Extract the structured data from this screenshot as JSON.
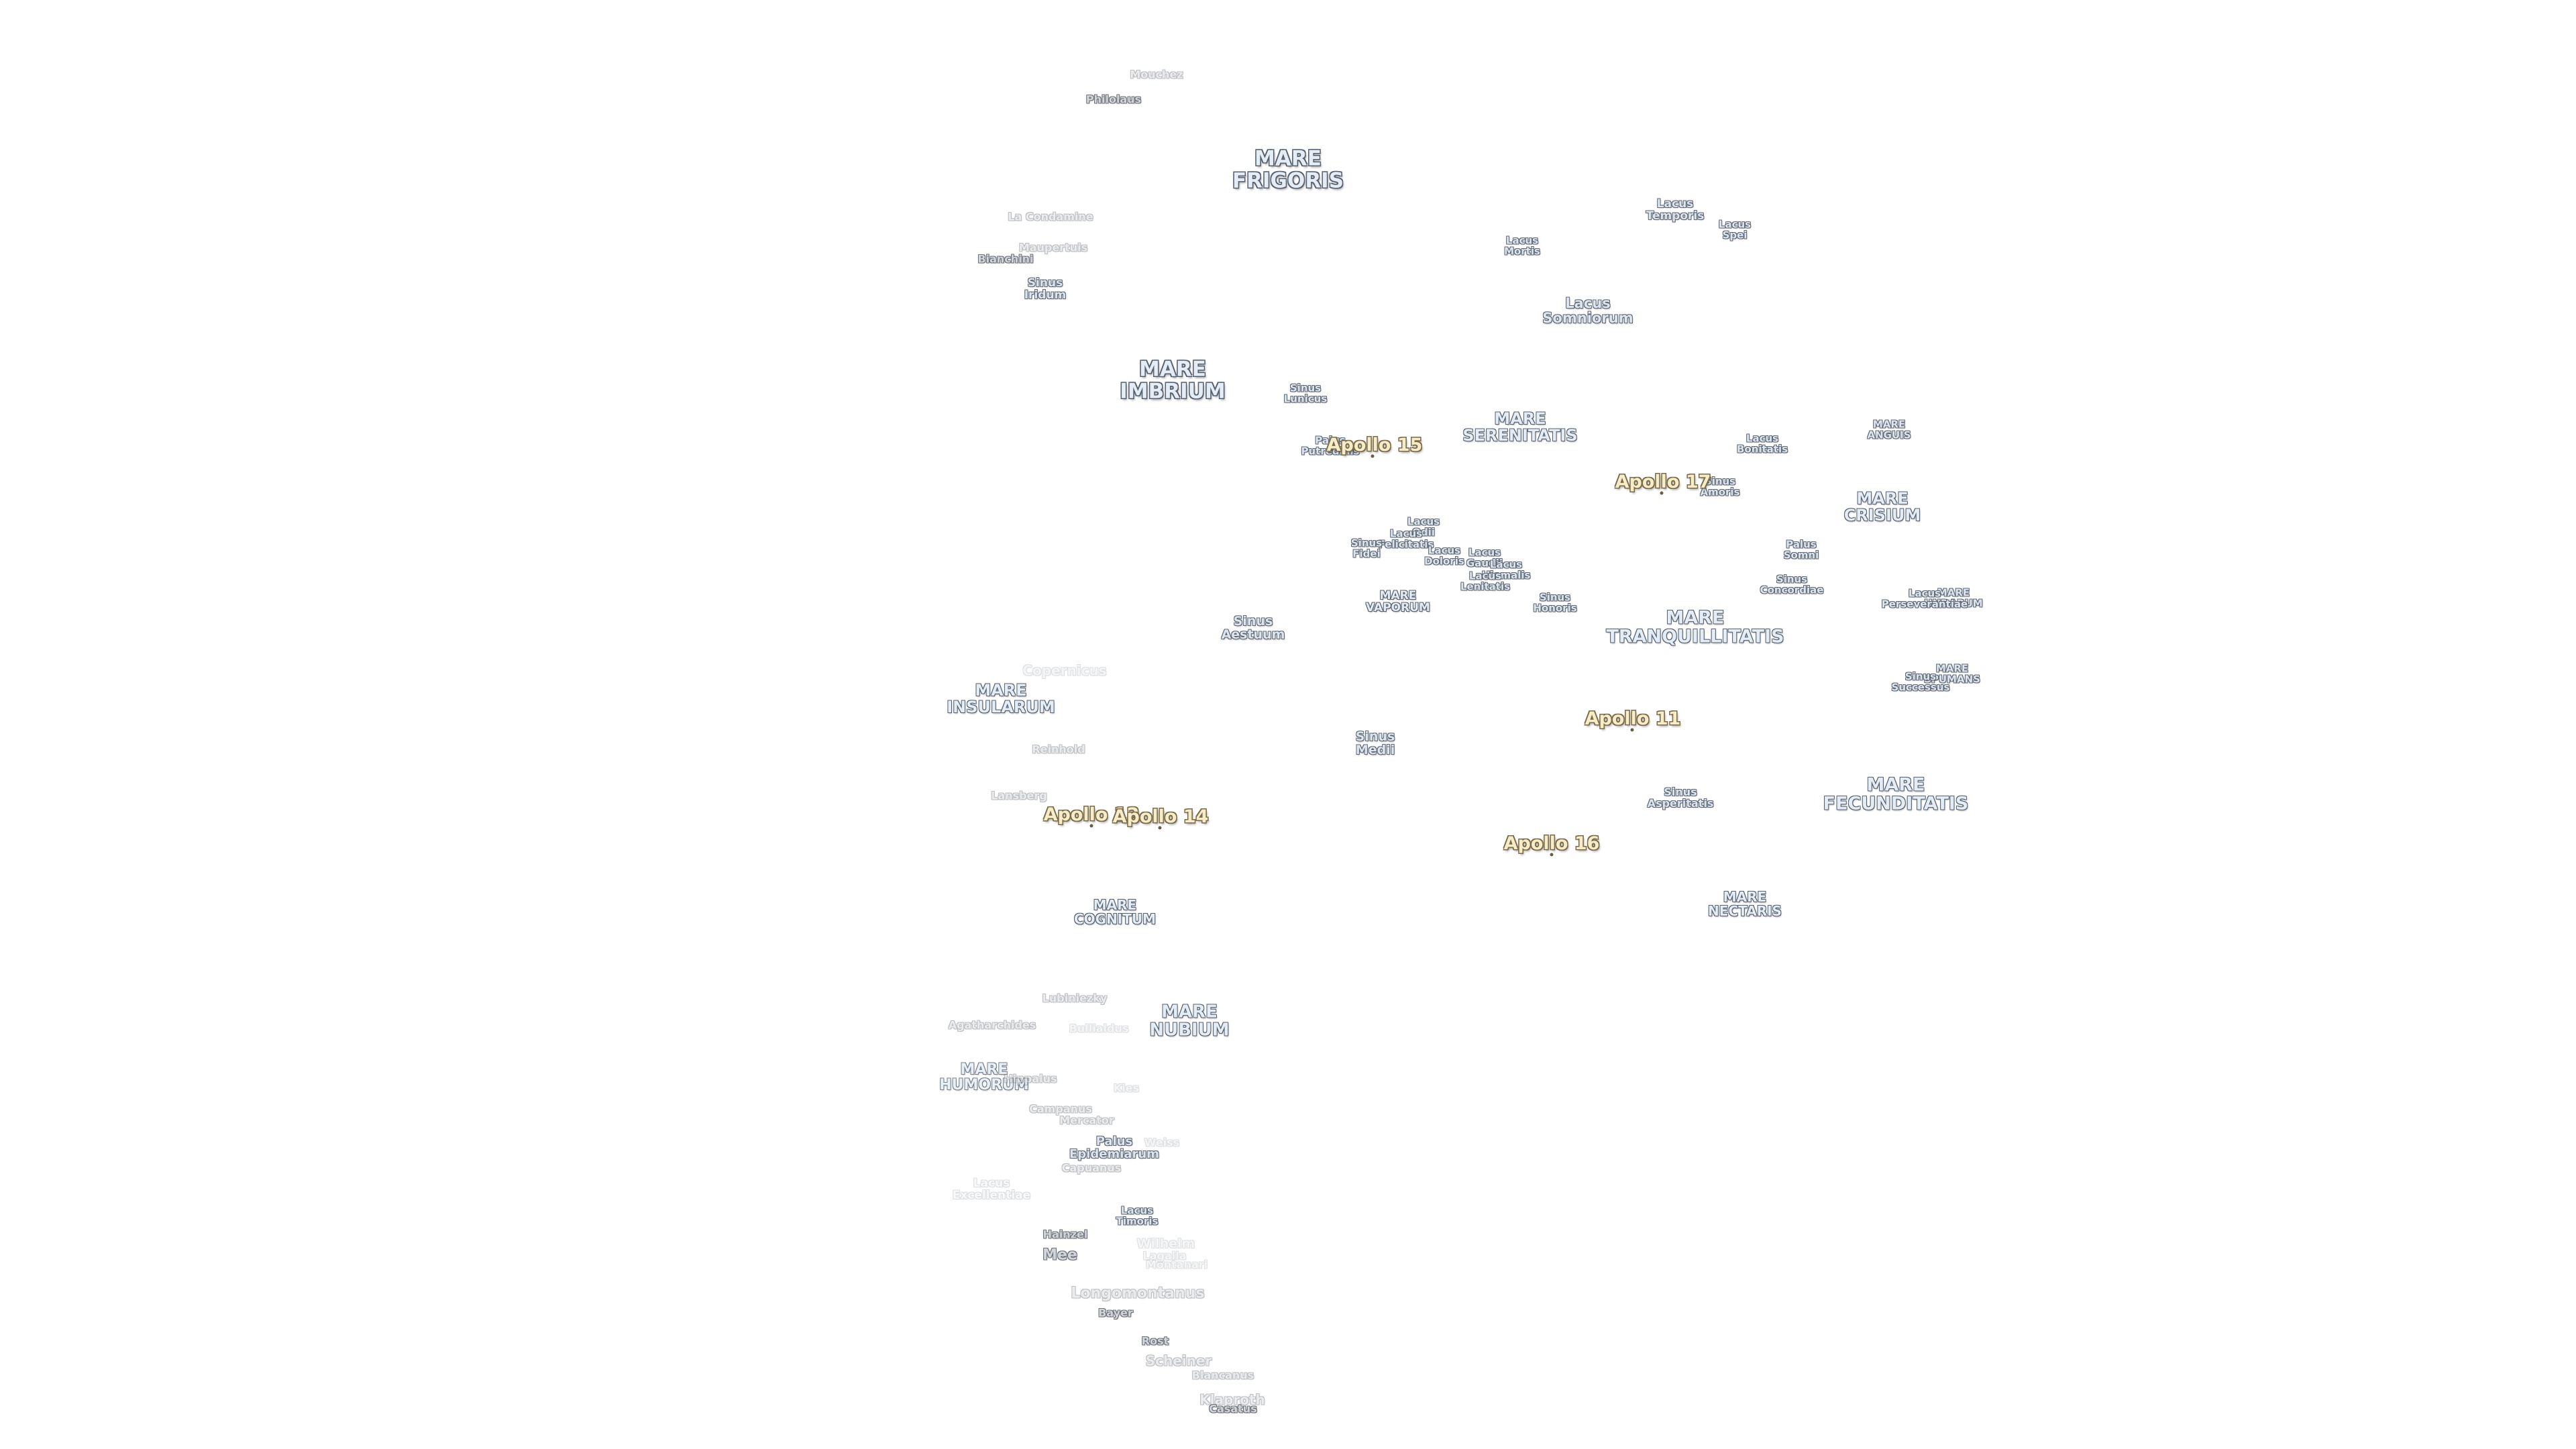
{
  "map": {
    "maria": [
      {
        "id": "mare-frigoris",
        "label": "MARE\nFRIGORIS"
      },
      {
        "id": "mare-imbrium",
        "label": "MARE\nIMBRIUM"
      },
      {
        "id": "mare-serenitatis",
        "label": "MARE\nSERENITATIS"
      },
      {
        "id": "mare-crisium",
        "label": "MARE\nCRISIUM"
      },
      {
        "id": "mare-tranquillitatis",
        "label": "MARE\nTRANQUILLITATIS"
      },
      {
        "id": "mare-vaporum",
        "label": "MARE\nVAPORUM"
      },
      {
        "id": "mare-insularum",
        "label": "MARE\nINSULARUM"
      },
      {
        "id": "mare-fecunditatis",
        "label": "MARE\nFECUNDITATIS"
      },
      {
        "id": "mare-nectaris",
        "label": "MARE\nNECTARIS"
      },
      {
        "id": "mare-cognitum",
        "label": "MARE\nCOGNITUM"
      },
      {
        "id": "mare-nubium",
        "label": "MARE\nNUBIUM"
      },
      {
        "id": "mare-humorum",
        "label": "MARE\nHUMORUM"
      },
      {
        "id": "mare-anguis",
        "label": "MARE\nANGUIS"
      },
      {
        "id": "mare-undarum",
        "label": "MARE\nUNDARUM"
      },
      {
        "id": "mare-spumans",
        "label": "MARE\nSPUMANS"
      }
    ],
    "lakes": [
      {
        "id": "lacus-temporis",
        "label": "Lacus\nTemporis"
      },
      {
        "id": "lacus-spei",
        "label": "Lacus\nSpei"
      },
      {
        "id": "lacus-mortis",
        "label": "Lacus\nMortis"
      },
      {
        "id": "lacus-somniorum",
        "label": "Lacus\nSomniorum"
      },
      {
        "id": "sinus-iridum",
        "label": "Sinus\nIridum"
      },
      {
        "id": "sinus-lunicus",
        "label": "Sinus\nLunicus"
      },
      {
        "id": "palus-putredinis",
        "label": "Palus\nPutredinis"
      },
      {
        "id": "lacus-bonitatis",
        "label": "Lacus\nBonitatis"
      },
      {
        "id": "sinus-amoris",
        "label": "Sinus\nAmoris"
      },
      {
        "id": "lacus-odii",
        "label": "Lacus\nOdii"
      },
      {
        "id": "lacus-felicitatis",
        "label": "Lacus\nFelicitatis"
      },
      {
        "id": "sinus-fidei",
        "label": "Sinus\nFidei"
      },
      {
        "id": "lacus-doloris",
        "label": "Lacus\nDoloris"
      },
      {
        "id": "lacus-gaudii",
        "label": "Lacus\nGaudii"
      },
      {
        "id": "lacus-hiemalis",
        "label": "Lacus\nHiemalis"
      },
      {
        "id": "lacus-lenitatis",
        "label": "Lacus\nLenitatis"
      },
      {
        "id": "palus-somni",
        "label": "Palus\nSomni"
      },
      {
        "id": "sinus-concordiae",
        "label": "Sinus\nConcordiae"
      },
      {
        "id": "lacus-perseverantiae",
        "label": "Lacus\nPerseverantiae"
      },
      {
        "id": "sinus-honoris",
        "label": "Sinus\nHonoris"
      },
      {
        "id": "sinus-aestuum",
        "label": "Sinus\nAestuum"
      },
      {
        "id": "sinus-medii",
        "label": "Sinus\nMedii"
      },
      {
        "id": "sinus-successus",
        "label": "Sinus\nSuccessus"
      },
      {
        "id": "sinus-asperitatis",
        "label": "Sinus\nAsperitatis"
      },
      {
        "id": "palus-epidemiarum",
        "label": "Palus\nEpidemiarum"
      },
      {
        "id": "lacus-timoris",
        "label": "Lacus\nTimoris"
      },
      {
        "id": "lacus-excellentiae",
        "label": "Lacus\nExcellentiae"
      }
    ],
    "apollo": [
      {
        "id": "apollo-15",
        "label": "Apollo 15"
      },
      {
        "id": "apollo-17",
        "label": "Apollo 17"
      },
      {
        "id": "apollo-11",
        "label": "Apollo 11"
      },
      {
        "id": "apollo-12",
        "label": "Apollo 12"
      },
      {
        "id": "apollo-14",
        "label": "Apollo 14"
      },
      {
        "id": "apollo-16",
        "label": "Apollo 16"
      }
    ],
    "craters": [
      {
        "id": "crater-mouchez",
        "label": "Mouchez"
      },
      {
        "id": "crater-philolaus",
        "label": "Philolaus"
      },
      {
        "id": "crater-la-condamine",
        "label": "La Condamine"
      },
      {
        "id": "crater-maupertuis",
        "label": "Maupertuis"
      },
      {
        "id": "crater-bianchini",
        "label": "Bianchini"
      },
      {
        "id": "crater-copernicus",
        "label": "Copernicus"
      },
      {
        "id": "crater-reinhold",
        "label": "Reinhold"
      },
      {
        "id": "crater-lansberg",
        "label": "Lansberg"
      },
      {
        "id": "crater-lubiniezky",
        "label": "Lubiniezky"
      },
      {
        "id": "crater-agatharchides",
        "label": "Agatharchides"
      },
      {
        "id": "crater-bullialdus",
        "label": "Bullialdus"
      },
      {
        "id": "crater-hippalus",
        "label": "Hippalus"
      },
      {
        "id": "crater-kies",
        "label": "Kies"
      },
      {
        "id": "crater-campanus",
        "label": "Campanus"
      },
      {
        "id": "crater-mercator",
        "label": "Mercator"
      },
      {
        "id": "crater-capuanus",
        "label": "Capuanus"
      },
      {
        "id": "crater-weiss",
        "label": "Weiss"
      },
      {
        "id": "crater-hainzel",
        "label": "Hainzel"
      },
      {
        "id": "crater-mee",
        "label": "Mee"
      },
      {
        "id": "crater-wilhelm",
        "label": "Wilhelm"
      },
      {
        "id": "crater-lagalla",
        "label": "Lagalla"
      },
      {
        "id": "crater-montanari",
        "label": "Montanari"
      },
      {
        "id": "crater-longomontanus",
        "label": "Longomontanus"
      },
      {
        "id": "crater-bayer",
        "label": "Bayer"
      },
      {
        "id": "crater-rost",
        "label": "Rost"
      },
      {
        "id": "crater-scheiner",
        "label": "Scheiner"
      },
      {
        "id": "crater-blancanus",
        "label": "Blancanus"
      },
      {
        "id": "crater-klaproth",
        "label": "Klaproth"
      },
      {
        "id": "crater-casatus",
        "label": "Casatus"
      }
    ]
  }
}
